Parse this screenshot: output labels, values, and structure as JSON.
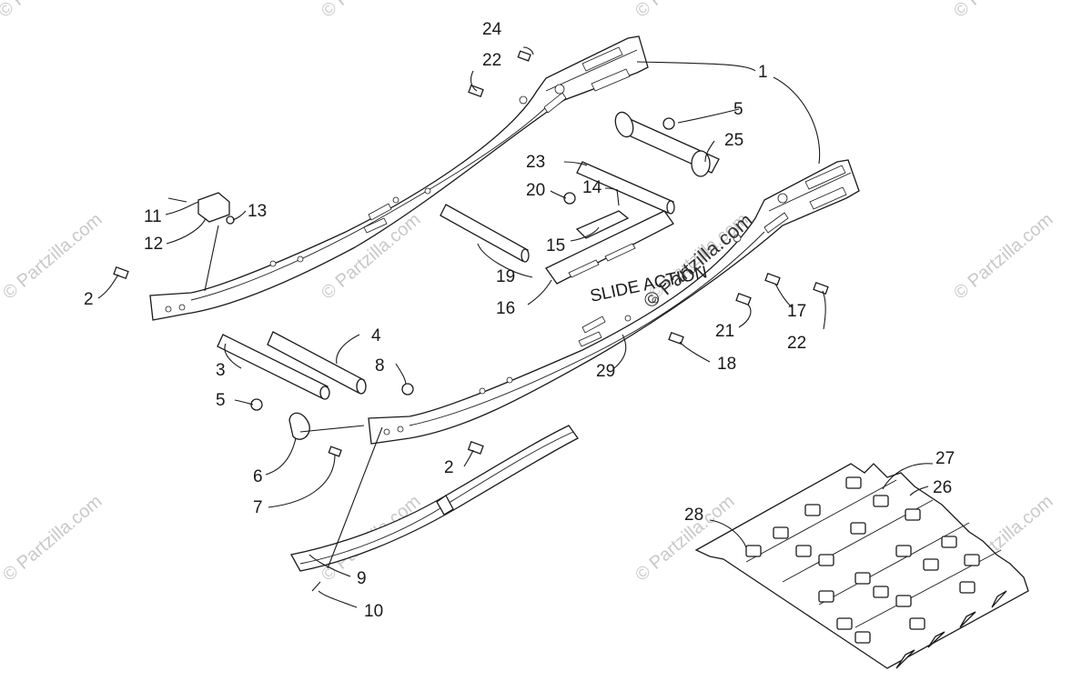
{
  "watermarks": {
    "repeat_text": "© Partzilla.com",
    "center_text": "© Partzilla.com"
  },
  "callouts": {
    "c1": "1",
    "c2a": "2",
    "c2b": "2",
    "c3": "3",
    "c4": "4",
    "c5a": "5",
    "c5b": "5",
    "c6": "6",
    "c7": "7",
    "c8": "8",
    "c9": "9",
    "c10": "10",
    "c11": "11",
    "c12": "12",
    "c13": "13",
    "c14": "14",
    "c15": "15",
    "c16": "16",
    "c17": "17",
    "c18": "18",
    "c19": "19",
    "c20": "20",
    "c21": "21",
    "c22a": "22",
    "c22b": "22",
    "c23": "23",
    "c24": "24",
    "c25": "25",
    "c26": "26",
    "c27": "27",
    "c28": "28",
    "c29": "29"
  },
  "rail_decal": "SLIDE ACTION"
}
